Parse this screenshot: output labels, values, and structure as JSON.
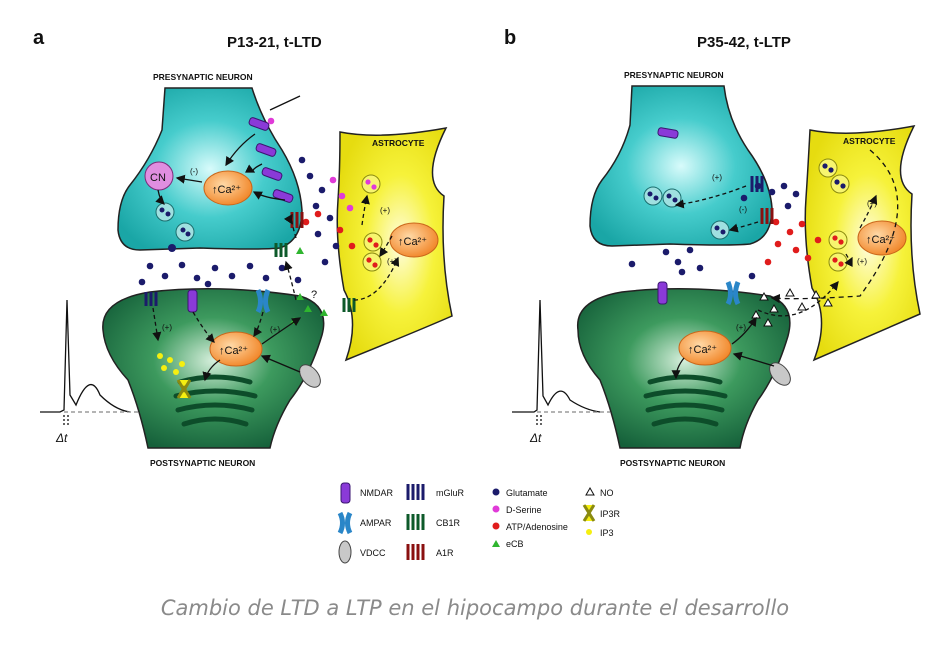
{
  "panel_a": {
    "letter": "a",
    "title": "P13-21, t-LTD",
    "presynaptic_label": "PRESYNAPTIC NEURON",
    "astrocyte_label": "ASTROCYTE",
    "postsynaptic_label": "POSTSYNAPTIC NEURON",
    "cn_label": "CN",
    "ca_label": "↑Ca²⁺",
    "minus_label": "(-)",
    "plus_label": "(+)",
    "question_label": "?",
    "delta_t": "Δt"
  },
  "panel_b": {
    "letter": "b",
    "title": "P35-42, t-LTP",
    "presynaptic_label": "PRESYNAPTIC NEURON",
    "astrocyte_label": "ASTROCYTE",
    "postsynaptic_label": "POSTSYNAPTIC NEURON",
    "ca_label": "↑Ca²⁺",
    "minus_label": "(-)",
    "plus_label": "(+)",
    "delta_t": "Δt"
  },
  "legend": {
    "nmdar": "NMDAR",
    "ampar": "AMPAR",
    "vdcc": "VDCC",
    "mglur": "mGluR",
    "cb1r": "CB1R",
    "a1r": "A1R",
    "glutamate": "Glutamate",
    "dserine": "D-Serine",
    "atp": "ATP/Adenosine",
    "ecb": "eCB",
    "no": "NO",
    "ip3r": "IP3R",
    "ip3": "IP3"
  },
  "caption": "Cambio de LTD a LTP en el hipocampo durante el desarrollo",
  "colors": {
    "presynaptic": "#2bbfbf",
    "astrocyte": "#f2ee1a",
    "postsynaptic": "#1f7a45",
    "calcium": "#f08a24",
    "glutamate": "#1b1b6b",
    "dserine": "#e03ad8",
    "atp": "#e01c1c",
    "ecb": "#2fb52f",
    "ip3": "#f5ef10"
  }
}
